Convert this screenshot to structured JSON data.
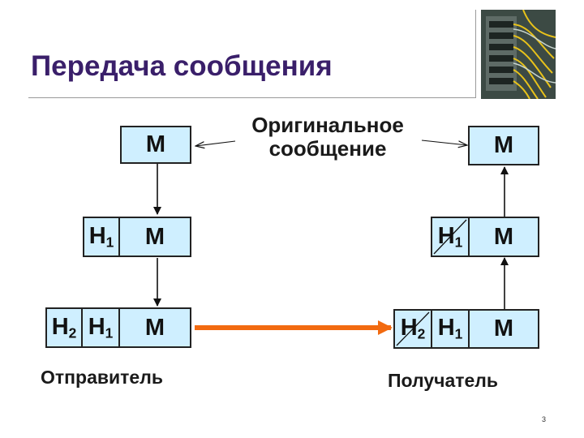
{
  "title": "Передача сообщения",
  "center_label_line1": "Оригинальное",
  "center_label_line2": "сообщение",
  "sender_label": "Отправитель",
  "receiver_label": "Получатель",
  "message": "M",
  "header1": {
    "base": "H",
    "sub": "1"
  },
  "header2": {
    "base": "H",
    "sub": "2"
  },
  "page_number": "3",
  "colors": {
    "title": "#3a1f6a",
    "box_fill": "#cfefff",
    "transfer_arrow": "#f26a10"
  },
  "icons": [
    "network-rack-photo"
  ]
}
